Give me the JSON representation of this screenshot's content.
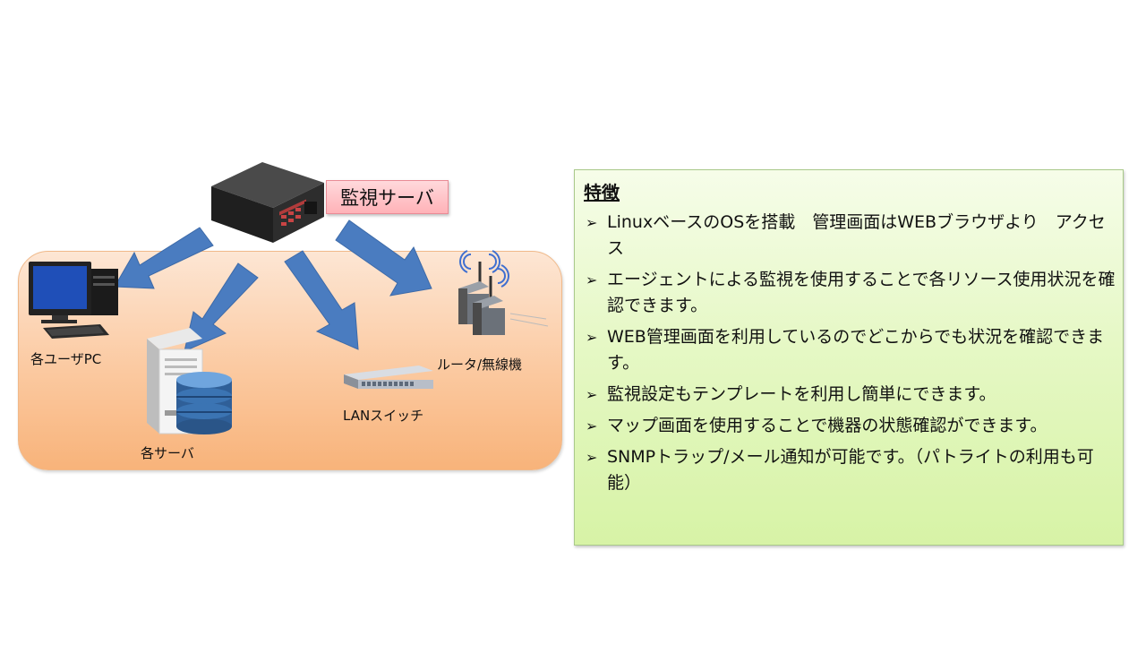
{
  "diagram": {
    "server_label": "監視サーバ",
    "devices": {
      "pc": "各ユーザPC",
      "router": "ルータ/無線機",
      "switch": "LANスイッチ",
      "servers": "各サーバ"
    },
    "colors": {
      "arrow": "#4a7cc0",
      "zone": "#fbc9a0",
      "label_box": "#ffc2c7",
      "panel": "#e1f6bb"
    }
  },
  "features": {
    "title": "特徴",
    "bullet": "➢",
    "items": [
      "LinuxベースのOSを搭載　管理画面はWEBブラウザより　アクセス",
      "エージェントによる監視を使用することで各リソース使用状況を確認できます。",
      "WEB管理画面を利用しているのでどこからでも状況を確認できます。",
      "監視設定もテンプレートを利用し簡単にできます。",
      "マップ画面を使用することで機器の状態確認ができます。",
      "SNMPトラップ/メール通知が可能です。（パトライトの利用も可能）"
    ]
  }
}
